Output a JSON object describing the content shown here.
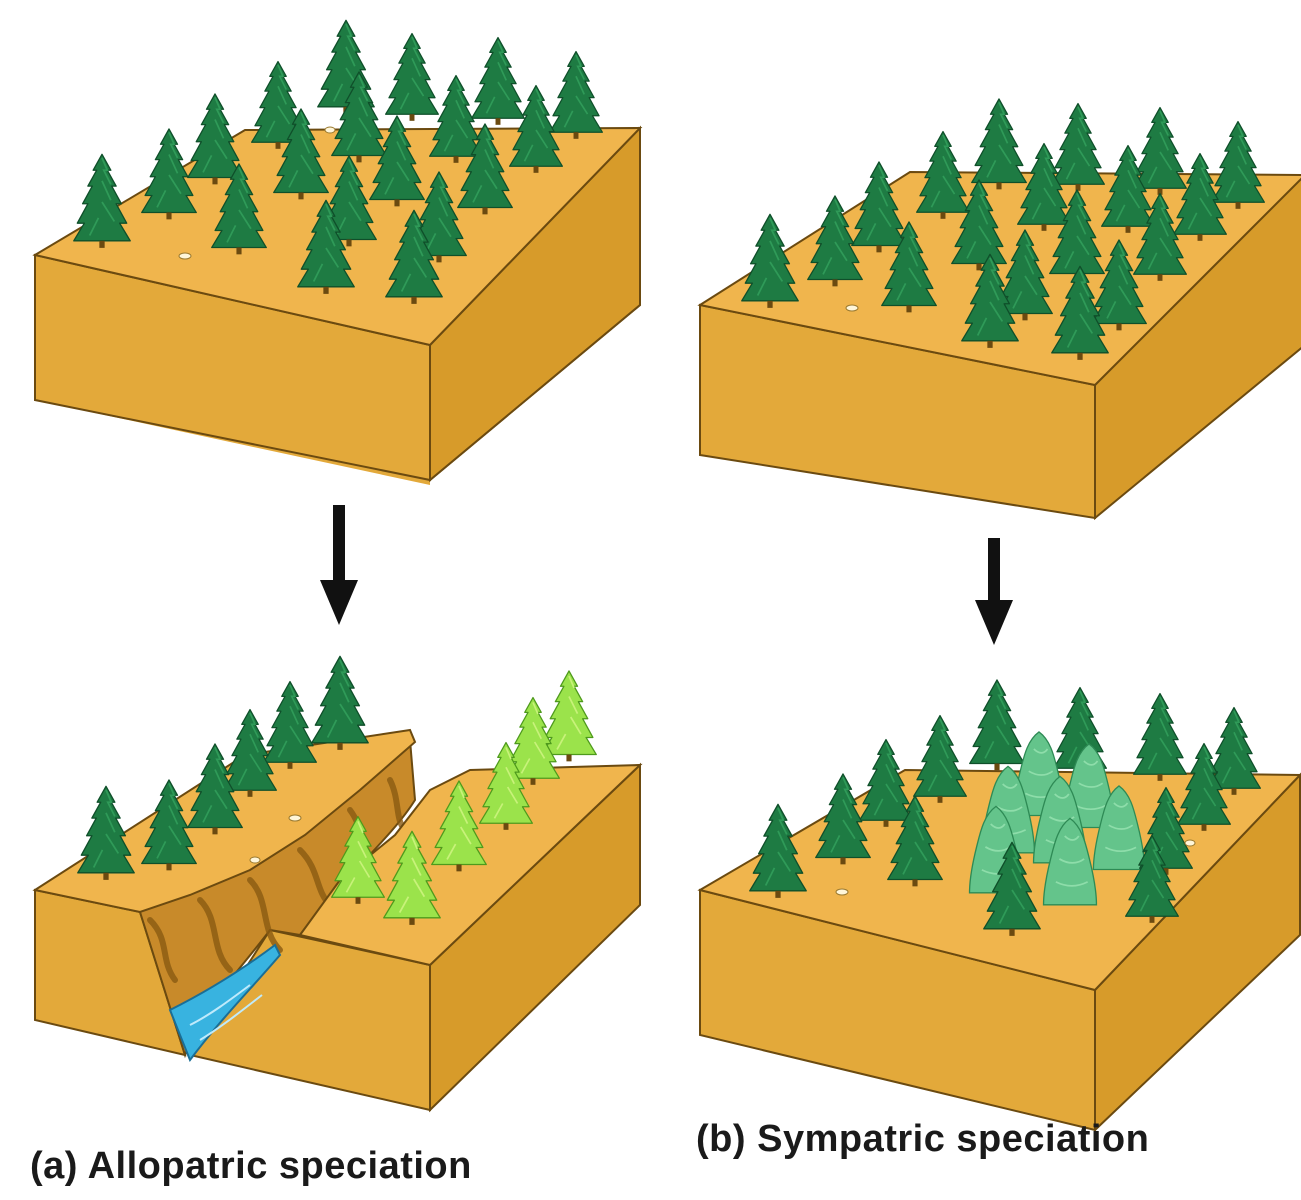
{
  "captions": {
    "allopatric": {
      "label": "(a)",
      "text": "Allopatric speciation"
    },
    "sympatric": {
      "label": "(b)",
      "text": "Sympatric speciation"
    }
  },
  "colors": {
    "soil_top": "#F0B54D",
    "soil_front": "#E3A93A",
    "soil_side": "#D79B2A",
    "outline": "#6B4A10",
    "tree_dark": "#1E7B43",
    "tree_light": "#9BE34B",
    "tree_mint": "#64C48B",
    "water": "#38B3E0",
    "canyon": "#A8701C",
    "arrow": "#111111"
  }
}
